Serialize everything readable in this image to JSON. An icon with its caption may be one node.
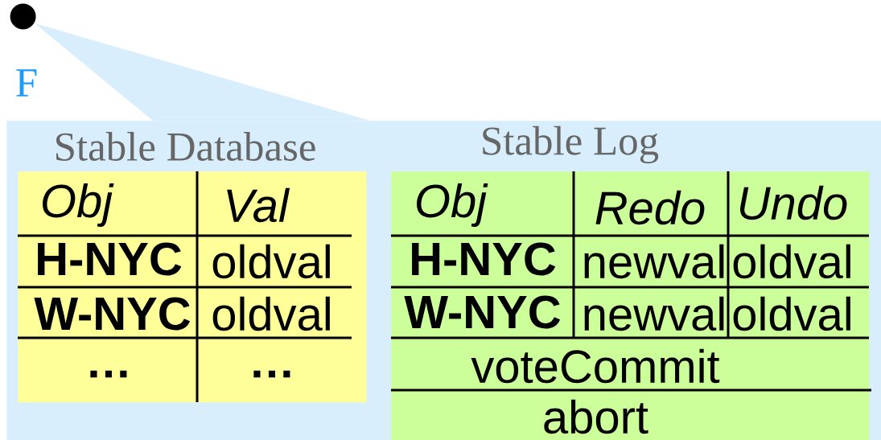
{
  "diagram": {
    "nodes": [
      {
        "text": [],
        "shape": "circle",
        "beside": [
          "F"
        ]
      },
      {
        "text": [],
        "shape": "box"
      },
      {
        "text": [
          "Stable Database"
        ],
        "in": 1
      },
      {
        "text": [
          "Stable Log"
        ],
        "in": 1
      }
    ],
    "edges": [
      {
        "from": 0,
        "to": 1,
        "arrow": "none"
      }
    ],
    "labels": [
      "Obj",
      "Val",
      "H-NYC",
      "oldval",
      "W-NYC",
      "oldval",
      "…",
      "…",
      "Obj",
      "Redo",
      "Undo",
      "H-NYC",
      "newval",
      "oldval",
      "W-NYC",
      "newval",
      "oldval",
      "voteCommit",
      "abort"
    ]
  }
}
